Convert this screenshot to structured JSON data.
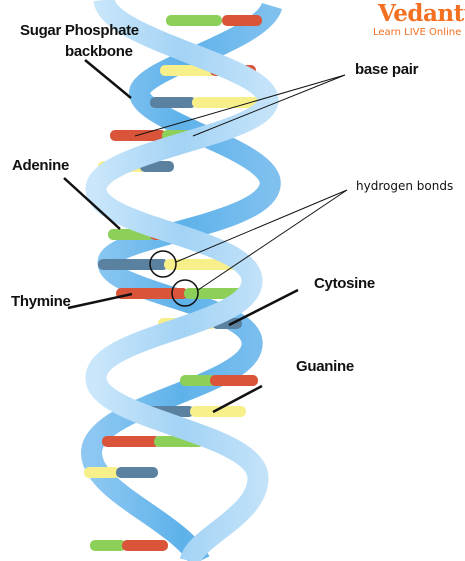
{
  "labels": {
    "backbone_line1": "Sugar Phosphate",
    "backbone_line2": "backbone",
    "base_pair": "base pair",
    "hydrogen_bonds": "hydrogen bonds",
    "adenine": "Adenine",
    "thymine": "Thymine",
    "cytosine": "Cytosine",
    "guanine": "Guanine"
  },
  "logo": {
    "name": "Vedantu",
    "tagline": "Learn LIVE Online"
  },
  "colors": {
    "backbone_light": "#a9d6f6",
    "backbone_dark": "#5eb2ea",
    "adenine": "#8cd05a",
    "thymine": "#d95438",
    "cytosine": "#f7ef8a",
    "guanine": "#5a81a0",
    "brand": "#f36f21"
  }
}
